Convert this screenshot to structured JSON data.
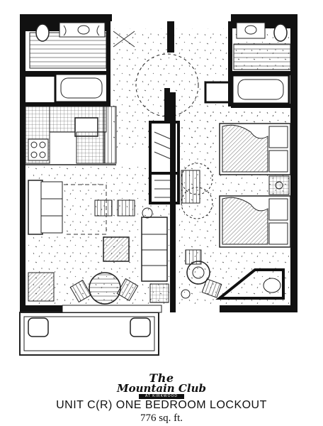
{
  "brand": {
    "the": "The",
    "name": "Mountain Club",
    "location": "AT KIRKWOOD"
  },
  "unit": {
    "title": "UNIT C(R) ONE BEDROOM LOCKOUT",
    "area": "776 sq. ft."
  },
  "colors": {
    "wall": "#111111",
    "line": "#222222",
    "paper": "#ffffff"
  }
}
